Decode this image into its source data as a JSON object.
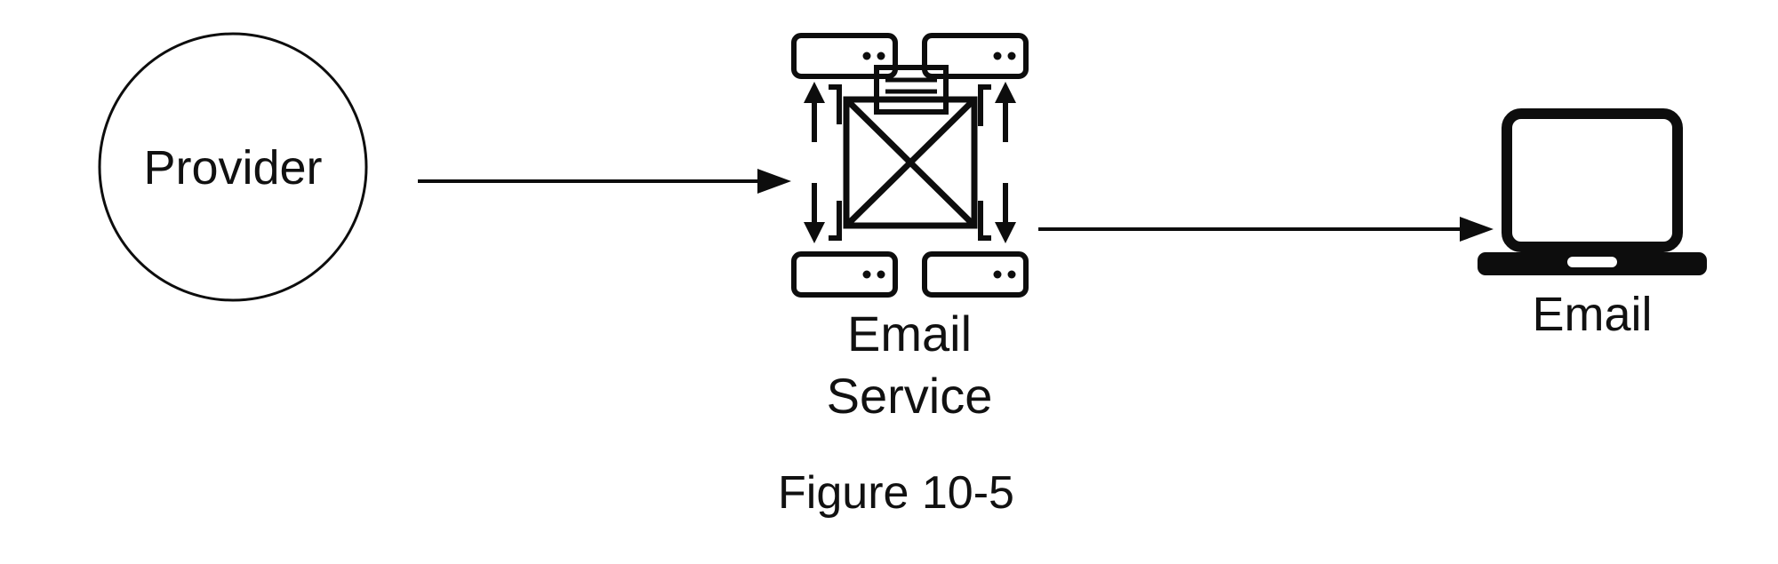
{
  "diagram": {
    "colors": {
      "background": "#ffffff",
      "line": "#0d0d0d",
      "text": "#111111"
    },
    "provider": {
      "label": "Provider"
    },
    "email_service": {
      "label_line1": "Email",
      "label_line2": "Service",
      "icons": [
        "server-icon",
        "server-icon",
        "server-icon",
        "server-icon",
        "envelope-letter-icon",
        "up-arrow-icon",
        "down-arrow-icon"
      ]
    },
    "email_device": {
      "label": "Email",
      "icon": "laptop-icon"
    },
    "caption": "Figure 10-5"
  }
}
